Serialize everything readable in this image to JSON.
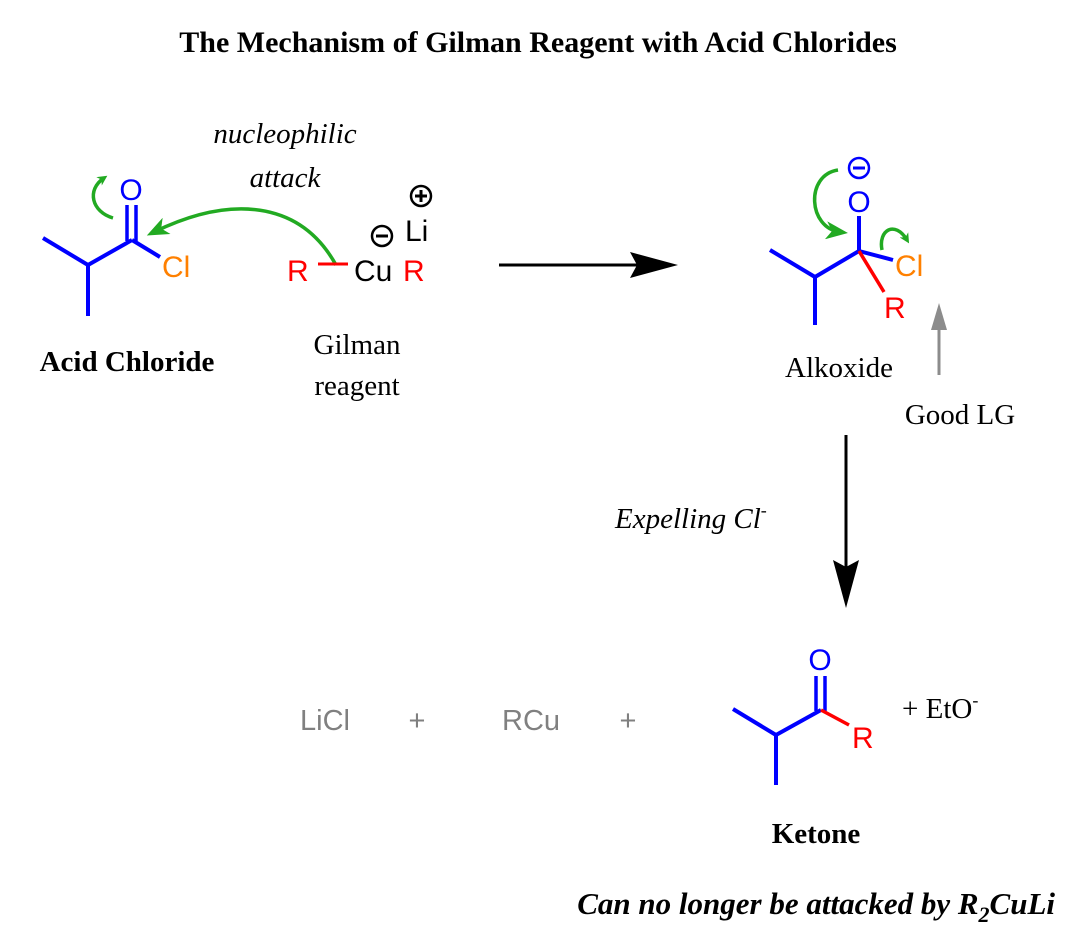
{
  "title": "The Mechanism of Gilman Reagent with Acid Chlorides",
  "colors": {
    "carbon_skeleton": "#0000ff",
    "oxygen": "#0000ff",
    "chlorine": "#ff8000",
    "r_group": "#ff0000",
    "arrow_green": "#22aa22",
    "reaction_arrow": "#000000",
    "byproduct_gray": "#808080",
    "lg_arrow_gray": "#8c8c8c",
    "text": "#000000"
  },
  "step1": {
    "acid_chloride": {
      "label": "Acid Chloride",
      "oxygen": "O",
      "chlorine": "Cl"
    },
    "gilman": {
      "label_line1": "Gilman",
      "label_line2": "reagent",
      "r_left": "R",
      "cu": "Cu",
      "r_right": "R",
      "li": "Li",
      "minus_charge": "−",
      "plus_charge": "+"
    },
    "annotation_line1": "nucleophilic",
    "annotation_line2": "attack"
  },
  "step2": {
    "alkoxide": {
      "label": "Alkoxide",
      "oxygen": "O",
      "charge": "−",
      "chlorine": "Cl",
      "r_group": "R"
    },
    "leaving_group_note": "Good LG",
    "down_arrow_label": "Expelling Cl",
    "down_arrow_label_sup": "-"
  },
  "products": {
    "licl": "LiCl",
    "plus1": "+",
    "rcu": "RCu",
    "plus2": "+",
    "ketone": {
      "label": "Ketone",
      "oxygen": "O",
      "r_group": "R"
    },
    "eto_prefix": "+ EtO",
    "eto_sup": "-"
  },
  "footer": {
    "text_pre": "Can no longer be attacked by R",
    "text_sub": "2",
    "text_post": "CuLi"
  }
}
